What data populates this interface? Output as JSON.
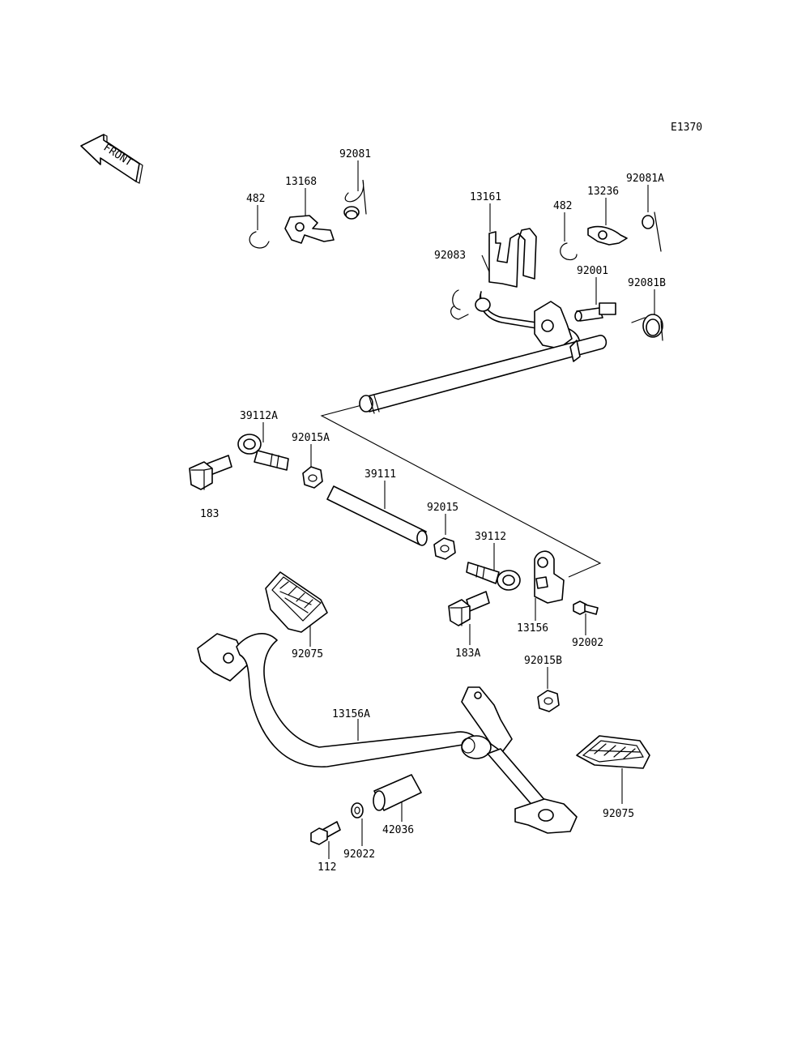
{
  "diagram": {
    "code": "E1370",
    "front_label": "FRONT",
    "labels": {
      "l_92081": "92081",
      "l_13168": "13168",
      "l_482a": "482",
      "l_13161": "13161",
      "l_482b": "482",
      "l_13236": "13236",
      "l_92081A": "92081A",
      "l_92083": "92083",
      "l_92001": "92001",
      "l_92081B": "92081B",
      "l_39112A": "39112A",
      "l_92015A": "92015A",
      "l_39111": "39111",
      "l_183": "183",
      "l_92015": "92015",
      "l_39112": "39112",
      "l_13156": "13156",
      "l_92002": "92002",
      "l_183A": "183A",
      "l_92075a": "92075",
      "l_92015B": "92015B",
      "l_13156A": "13156A",
      "l_92075b": "92075",
      "l_42036": "42036",
      "l_92022": "92022",
      "l_112": "112"
    }
  }
}
